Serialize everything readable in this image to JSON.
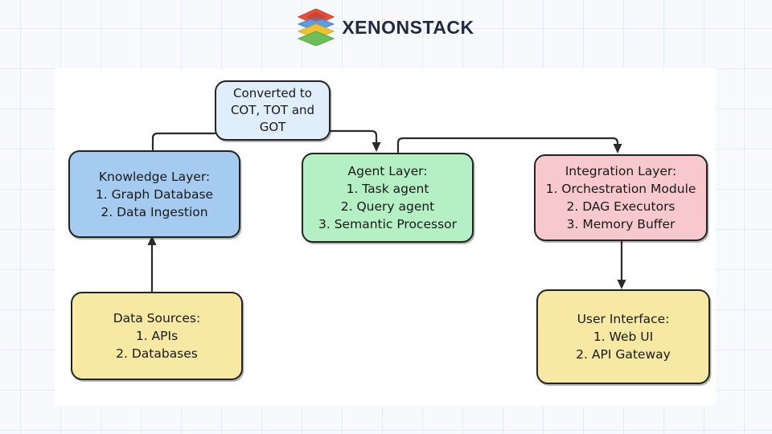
{
  "header": {
    "brand": "XENONSTACK"
  },
  "diagram": {
    "converted_box": {
      "lines": [
        "Converted to",
        "COT, TOT and",
        "GOT"
      ]
    },
    "knowledge_box": {
      "title": "Knowledge Layer:",
      "items": [
        "1. Graph Database",
        "2. Data Ingestion"
      ]
    },
    "agent_box": {
      "title": "Agent Layer:",
      "items": [
        "1. Task agent",
        "2. Query agent",
        "3. Semantic Processor"
      ]
    },
    "integration_box": {
      "title": "Integration Layer:",
      "items": [
        "1. Orchestration Module",
        "2. DAG Executors",
        "3. Memory Buffer"
      ]
    },
    "data_sources_box": {
      "title": "Data Sources:",
      "items": [
        "1. APIs",
        "2. Databases"
      ]
    },
    "user_interface_box": {
      "title": "User Interface:",
      "items": [
        "1. Web UI",
        "2. API Gateway"
      ]
    },
    "colors": {
      "converted_fill": "#e0edfb",
      "knowledge_fill": "#a6cbf1",
      "agent_fill": "#b5f0c4",
      "integration_fill": "#f7c9cc",
      "data_sources_fill": "#f7e8a3",
      "user_interface_fill": "#f7e8a3",
      "stroke": "#232323",
      "brand_text": "#1f2a40",
      "logo_layers": [
        "#e8503a",
        "#5a9de0",
        "#f2c030",
        "#6cbf5a"
      ]
    }
  }
}
